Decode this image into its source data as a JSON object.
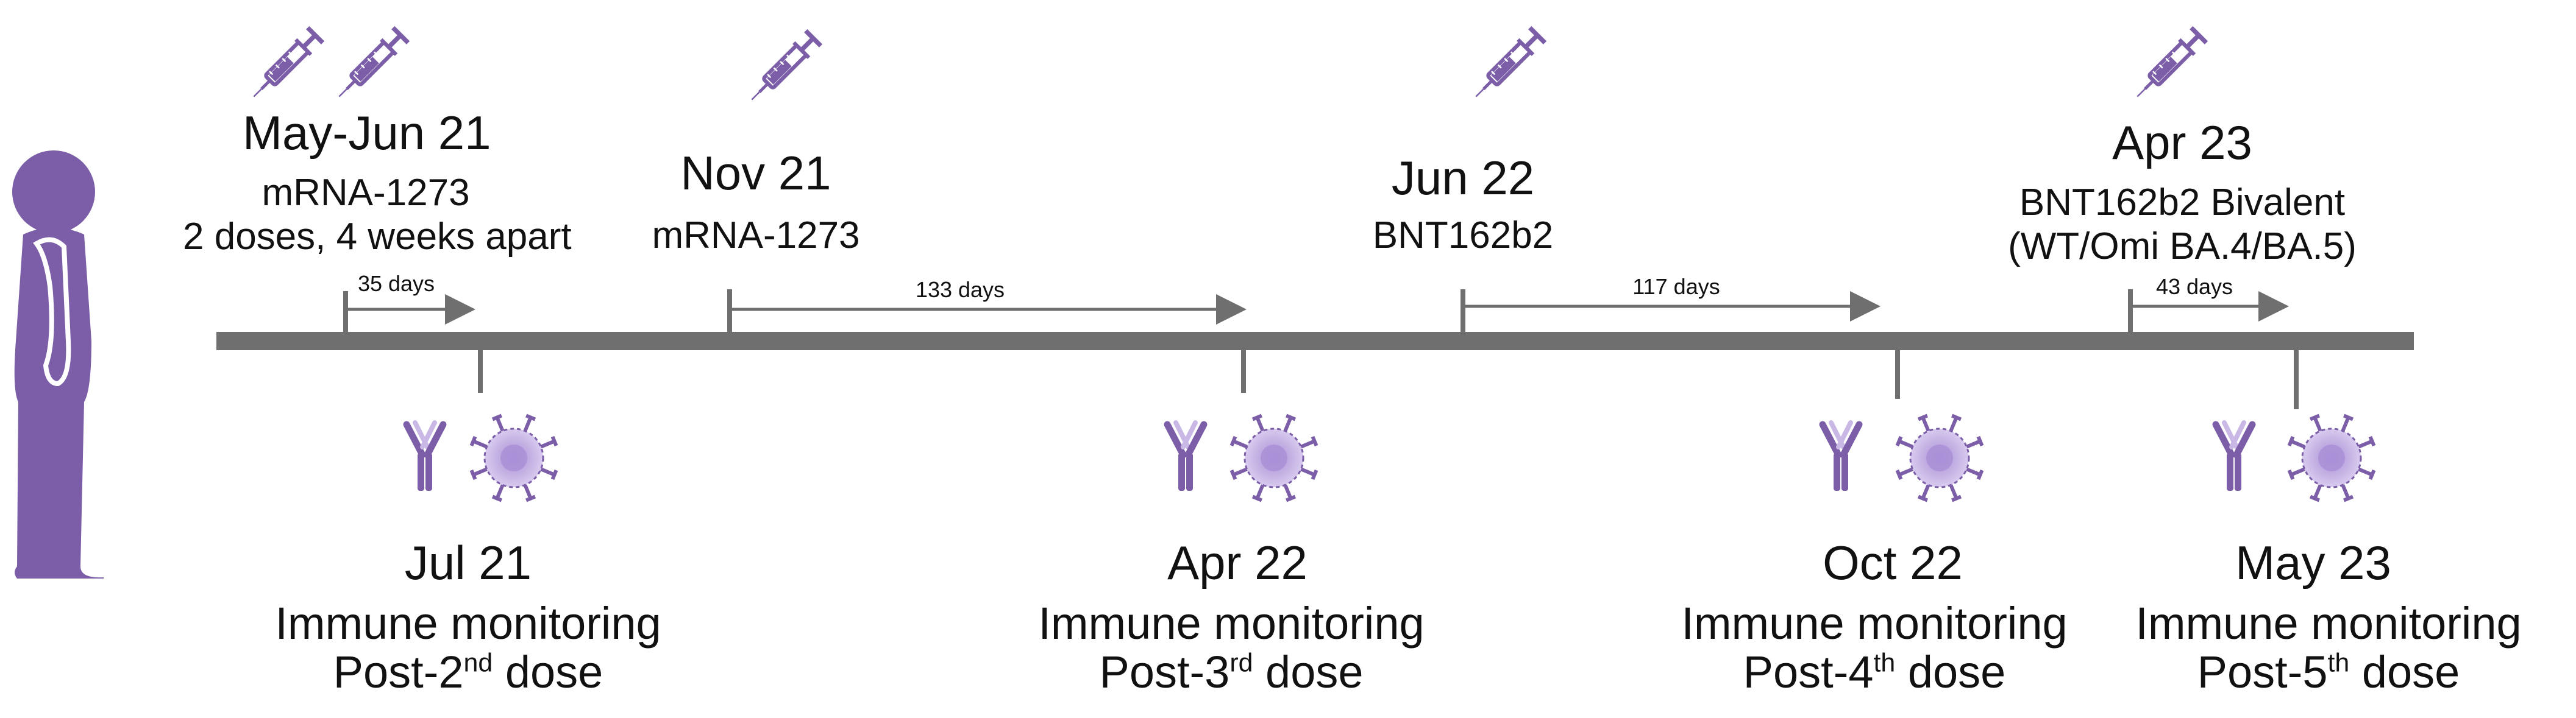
{
  "colors": {
    "accent": "#7B5EA7",
    "accent_light": "#C9B8E6",
    "timeline": "#6F6F6F"
  },
  "icons": {
    "person": "person-icon",
    "syringe": "syringe-icon",
    "antibody": "antibody-icon",
    "t_cell": "t-cell-icon"
  },
  "vaccinations": [
    {
      "date": "May-Jun 21",
      "vaccine_lines": [
        "mRNA-1273",
        "2 doses, 4 weeks apart"
      ],
      "syringes": 2,
      "interval": "35 days"
    },
    {
      "date": "Nov 21",
      "vaccine_lines": [
        "mRNA-1273"
      ],
      "syringes": 1,
      "interval": "133 days"
    },
    {
      "date": "Jun 22",
      "vaccine_lines": [
        "BNT162b2"
      ],
      "syringes": 1,
      "interval": "117 days"
    },
    {
      "date": "Apr 23",
      "vaccine_lines": [
        "BNT162b2 Bivalent",
        "(WT/Omi BA.4/BA.5)"
      ],
      "syringes": 1,
      "interval": "43 days"
    }
  ],
  "monitoring": [
    {
      "date": "Jul 21",
      "title": "Immune monitoring",
      "post_prefix": "Post-2",
      "ordinal_suffix": "nd",
      "post_suffix": " dose"
    },
    {
      "date": "Apr 22",
      "title": "Immune monitoring",
      "post_prefix": "Post-3",
      "ordinal_suffix": "rd",
      "post_suffix": " dose"
    },
    {
      "date": "Oct 22",
      "title": "Immune monitoring",
      "post_prefix": "Post-4",
      "ordinal_suffix": "th",
      "post_suffix": " dose"
    },
    {
      "date": "May 23",
      "title": "Immune monitoring",
      "post_prefix": "Post-5",
      "ordinal_suffix": "th",
      "post_suffix": " dose"
    }
  ]
}
